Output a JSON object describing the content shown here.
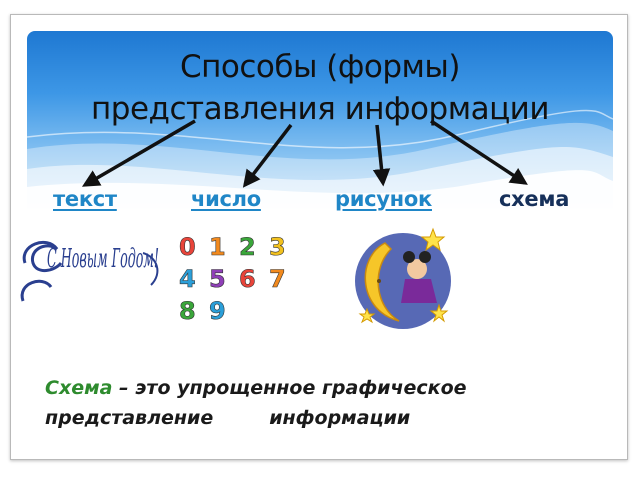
{
  "title": {
    "line1": "Способы (формы)",
    "line2": "представления информации"
  },
  "forms": [
    {
      "label": "текст"
    },
    {
      "label": "число"
    },
    {
      "label": "рисунок"
    },
    {
      "label": "схема"
    }
  ],
  "images": {
    "greeting_lettering": "С Новым Годом!",
    "digits": [
      "0",
      "1",
      "2",
      "3",
      "4",
      "5",
      "6",
      "7",
      "8",
      "9"
    ]
  },
  "definition": {
    "term": "Схема",
    "dash_text": " – это упрощенное  графическое",
    "line2_part1": "представление",
    "line2_part2": "информации"
  },
  "colors": {
    "link": "#1f86c7",
    "term": "#2e8b2e",
    "banner_top": "#1e78d2",
    "banner_bottom": "#c8e3f7",
    "arrow": "#111111"
  }
}
